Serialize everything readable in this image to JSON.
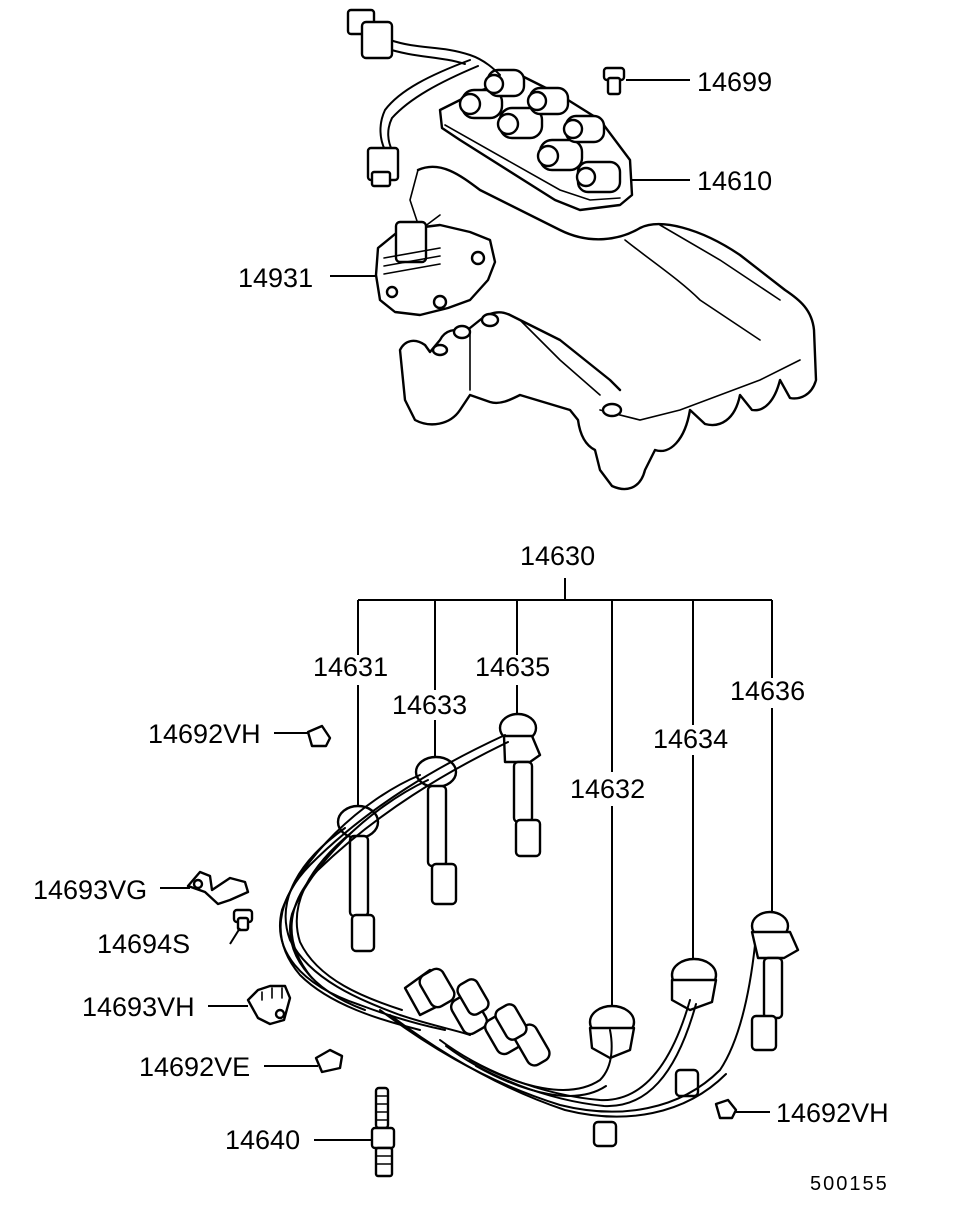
{
  "diagram": {
    "labels": {
      "p14699": "14699",
      "p14610": "14610",
      "p14931": "14931",
      "p14630": "14630",
      "p14631": "14631",
      "p14633": "14633",
      "p14635": "14635",
      "p14636": "14636",
      "p14634": "14634",
      "p14632": "14632",
      "p14692vh_top": "14692VH",
      "p14693vg": "14693VG",
      "p14694s": "14694S",
      "p14693vh": "14693VH",
      "p14692ve": "14692VE",
      "p14640": "14640",
      "p14692vh_bottom": "14692VH"
    },
    "figure_code": "500155"
  }
}
